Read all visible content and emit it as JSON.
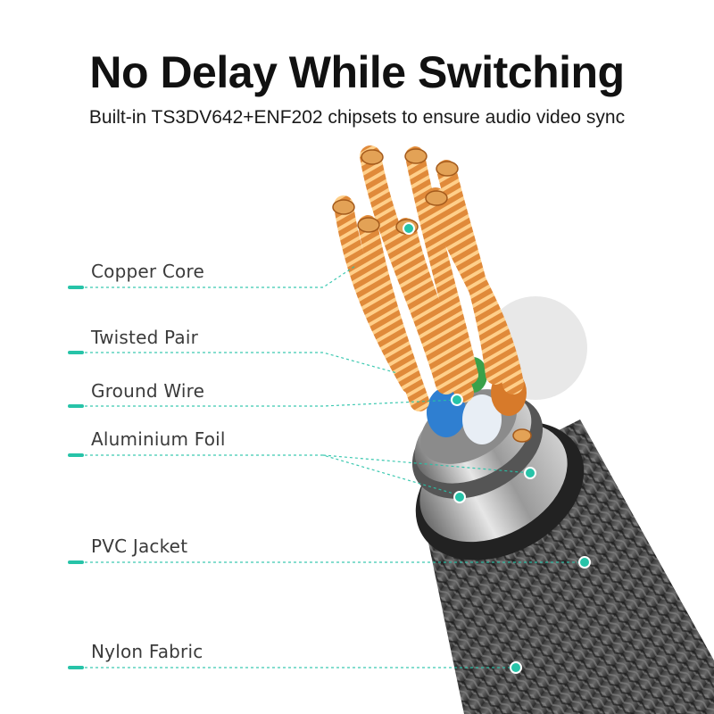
{
  "headline": "No Delay While Switching",
  "subheadline": "Built-in TS3DV642+ENF202 chipsets to ensure audio video sync",
  "accent_color": "#27c3a8",
  "labels": [
    {
      "text": "Copper Core"
    },
    {
      "text": "Twisted Pair"
    },
    {
      "text": "Ground Wire"
    },
    {
      "text": "Aluminium Foil"
    },
    {
      "text": "PVC Jacket"
    },
    {
      "text": "Nylon Fabric"
    }
  ]
}
